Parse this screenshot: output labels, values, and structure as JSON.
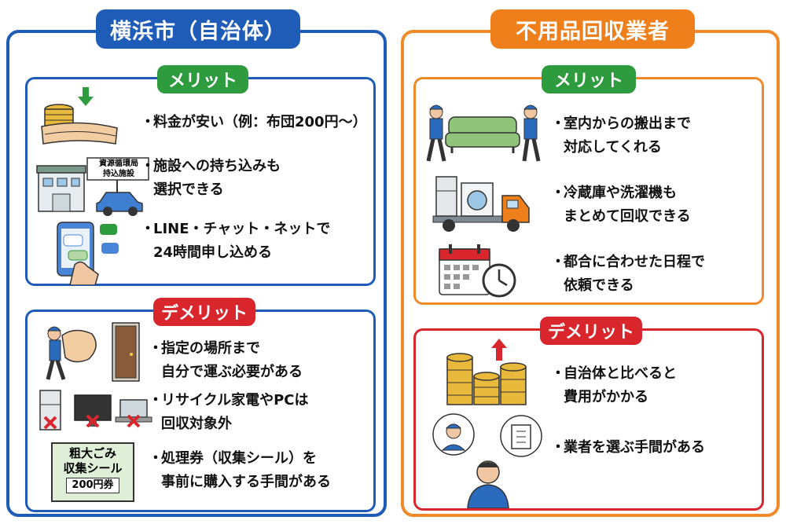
{
  "left": {
    "title": "横浜市（自治体）",
    "merit": {
      "badge": "メリット",
      "items": [
        {
          "lines": [
            "料金が安い（例：布団200円〜）"
          ]
        },
        {
          "lines": [
            "施設への持ち込みも",
            "選択できる"
          ]
        },
        {
          "lines": [
            "LINE・チャット・ネットで",
            "24時間申し込める"
          ]
        }
      ],
      "facility_sign": [
        "資源循環局",
        "持込施設"
      ]
    },
    "demerit": {
      "badge": "デメリット",
      "items": [
        {
          "lines": [
            "指定の場所まで",
            "自分で運ぶ必要がある"
          ]
        },
        {
          "lines": [
            "リサイクル家電やPCは",
            "回収対象外"
          ]
        },
        {
          "lines": [
            "処理券（収集シール）を",
            "事前に購入する手間がある"
          ]
        }
      ],
      "sticker": {
        "line1": "粗大ごみ",
        "line2": "収集シール",
        "price": "200円券"
      }
    }
  },
  "right": {
    "title": "不用品回収業者",
    "merit": {
      "badge": "メリット",
      "items": [
        {
          "lines": [
            "室内からの搬出まで",
            "対応してくれる"
          ]
        },
        {
          "lines": [
            "冷蔵庫や洗濯機も",
            "まとめて回収できる"
          ]
        },
        {
          "lines": [
            "都合に合わせた日程で",
            "依頼できる"
          ]
        }
      ]
    },
    "demerit": {
      "badge": "デメリット",
      "items": [
        {
          "lines": [
            "自治体と比べると",
            "費用がかかる"
          ]
        },
        {
          "lines": [
            "業者を選ぶ手間がある"
          ]
        }
      ]
    }
  },
  "bullet": "・",
  "colors": {
    "blue": "#1f5cb8",
    "orange": "#ef7f1a",
    "green": "#2e9b3e",
    "red": "#d8262c"
  },
  "icons": [
    "coins-futon-icon",
    "facility-car-icon",
    "smartphone-chat-icon",
    "worker-carry-futon-icon",
    "appliances-crossed-icon",
    "sticker-ticket-icon",
    "movers-sofa-icon",
    "truck-appliances-icon",
    "calendar-clock-icon",
    "coins-rising-icon",
    "person-choosing-icon"
  ]
}
